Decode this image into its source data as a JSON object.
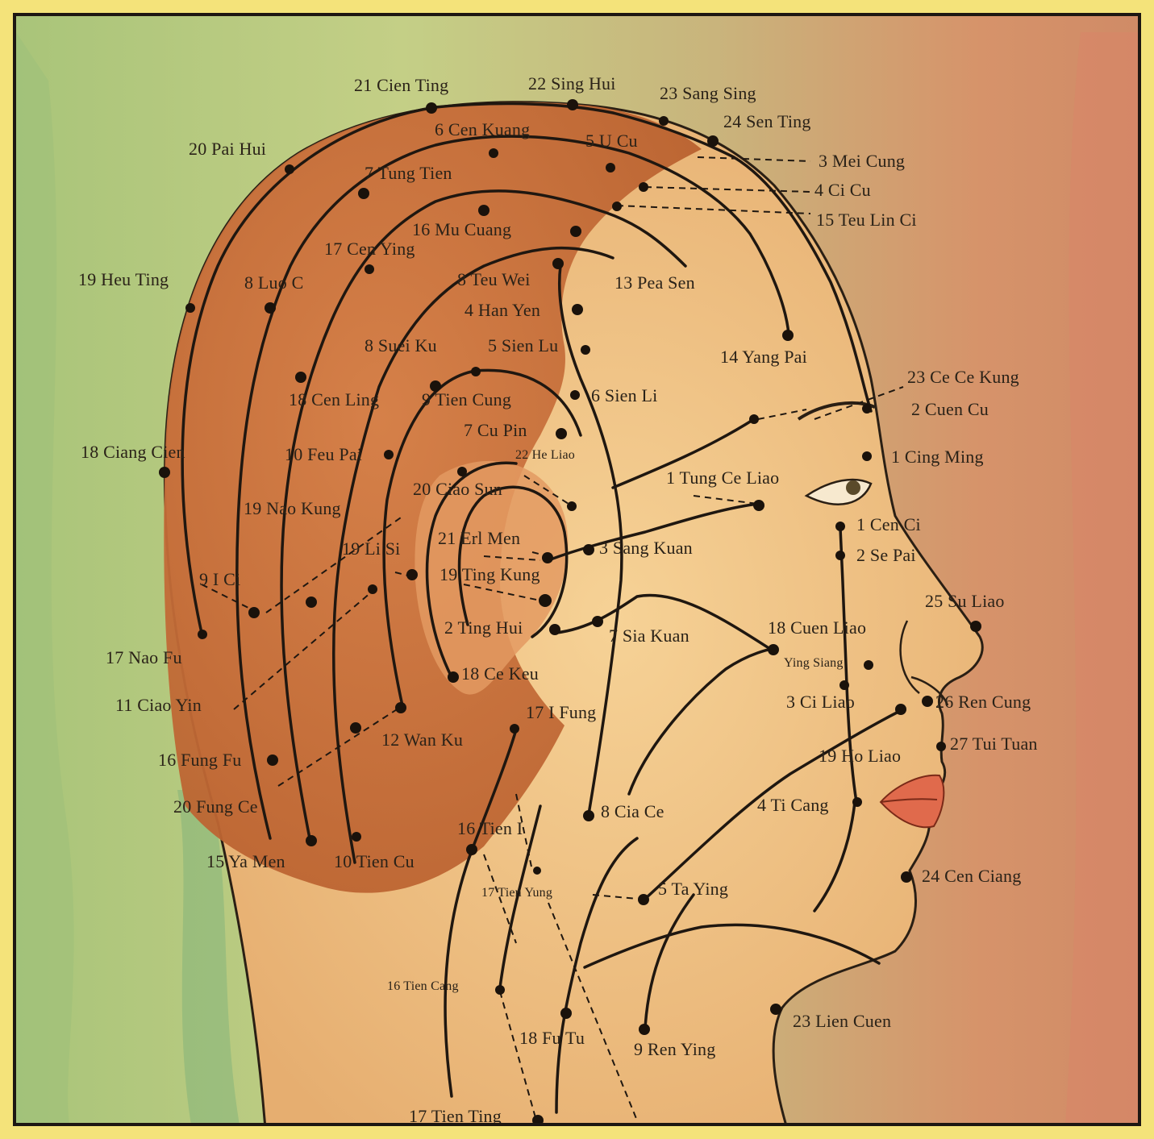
{
  "colors": {
    "page_border": "#f4e37a",
    "frame": "#1d1712",
    "background_green": "#b9c77a",
    "background_orange": "#d89a6a",
    "scalp": "#c9703c",
    "skin": "#efc487",
    "line": "#1f1710",
    "lips": "#e06a4c"
  },
  "points": [
    {
      "id": "cien-ting-21",
      "label": "21 Cien Ting"
    },
    {
      "id": "sing-hui-22",
      "label": "22 Sing Hui"
    },
    {
      "id": "sang-sing-23",
      "label": "23 Sang Sing"
    },
    {
      "id": "sen-ting-24",
      "label": "24 Sen Ting"
    },
    {
      "id": "cen-kuang-6",
      "label": "6 Cen Kuang"
    },
    {
      "id": "u-cu-5",
      "label": "5 U Cu"
    },
    {
      "id": "pai-hui-20",
      "label": "20 Pai Hui"
    },
    {
      "id": "tung-tien-7",
      "label": "7 Tung Tien"
    },
    {
      "id": "mei-cung-3",
      "label": "3 Mei Cung"
    },
    {
      "id": "ci-cu-4",
      "label": "4 Ci Cu"
    },
    {
      "id": "teu-lin-ci-15",
      "label": "15 Teu Lin Ci"
    },
    {
      "id": "mu-cuang-16",
      "label": "16 Mu Cuang"
    },
    {
      "id": "cen-ying-17",
      "label": "17 Cen Ying"
    },
    {
      "id": "pea-sen-13",
      "label": "13 Pea Sen"
    },
    {
      "id": "heu-ting-19",
      "label": "19 Heu Ting"
    },
    {
      "id": "luo-c-8",
      "label": "8 Luo C"
    },
    {
      "id": "teu-wei-8",
      "label": "8 Teu Wei"
    },
    {
      "id": "han-yen-4",
      "label": "4 Han Yen"
    },
    {
      "id": "yang-pai-14",
      "label": "14 Yang Pai"
    },
    {
      "id": "suei-ku-8",
      "label": "8 Suei Ku"
    },
    {
      "id": "sien-lu-5",
      "label": "5 Sien Lu"
    },
    {
      "id": "ce-ce-kung-23",
      "label": "23 Ce Ce Kung"
    },
    {
      "id": "cen-ling-18",
      "label": "18 Cen Ling"
    },
    {
      "id": "tien-cung-9",
      "label": "9 Tien Cung"
    },
    {
      "id": "sien-li-6",
      "label": "6 Sien Li"
    },
    {
      "id": "cuen-cu-2",
      "label": "2 Cuen Cu"
    },
    {
      "id": "cu-pin-7",
      "label": "7 Cu Pin"
    },
    {
      "id": "ciang-cien-18",
      "label": "18 Ciang Cien"
    },
    {
      "id": "feu-pai-10",
      "label": "10 Feu Pai"
    },
    {
      "id": "he-liao-22",
      "label": "22 He Liao"
    },
    {
      "id": "cing-ming-1",
      "label": "1 Cing Ming"
    },
    {
      "id": "tung-ce-liao-1",
      "label": "1 Tung Ce Liao"
    },
    {
      "id": "ciao-sun-20",
      "label": "20 Ciao Sun"
    },
    {
      "id": "nao-kung-19",
      "label": "19 Nao Kung"
    },
    {
      "id": "cen-ci-1",
      "label": "1 Cen Ci"
    },
    {
      "id": "erl-men-21",
      "label": "21 Erl Men"
    },
    {
      "id": "li-si-19",
      "label": "19 Li Si"
    },
    {
      "id": "sang-kuan-3",
      "label": "3 Sang Kuan"
    },
    {
      "id": "se-pai-2",
      "label": "2 Se Pai"
    },
    {
      "id": "i-ci-9",
      "label": "9 I Ci"
    },
    {
      "id": "ting-kung-19",
      "label": "19 Ting Kung"
    },
    {
      "id": "su-liao-25",
      "label": "25 Su Liao"
    },
    {
      "id": "ting-hui-2",
      "label": "2 Ting Hui"
    },
    {
      "id": "cuen-liao-18",
      "label": "18 Cuen Liao"
    },
    {
      "id": "sia-kuan-7",
      "label": "7 Sia Kuan"
    },
    {
      "id": "nao-fu-17",
      "label": "17 Nao Fu"
    },
    {
      "id": "ying-siang",
      "label": "Ying Siang",
      "small": true
    },
    {
      "id": "ce-keu-18",
      "label": "18 Ce Keu"
    },
    {
      "id": "ren-cung-26",
      "label": "26 Ren Cung"
    },
    {
      "id": "ci-liao-3",
      "label": "3 Ci Liao"
    },
    {
      "id": "ciao-yin-11",
      "label": "11 Ciao Yin"
    },
    {
      "id": "i-fung-17",
      "label": "17 I Fung"
    },
    {
      "id": "tui-tuan-27",
      "label": "27 Tui Tuan"
    },
    {
      "id": "wan-ku-12",
      "label": "12 Wan Ku"
    },
    {
      "id": "ho-liao-19",
      "label": "19 Ho Liao"
    },
    {
      "id": "fung-fu-16",
      "label": "16 Fung Fu"
    },
    {
      "id": "ti-cang-4",
      "label": "4 Ti Cang"
    },
    {
      "id": "fung-ce-20",
      "label": "20 Fung Ce"
    },
    {
      "id": "cia-ce-8",
      "label": "8 Cia Ce"
    },
    {
      "id": "tien-i-16",
      "label": "16 Tien I"
    },
    {
      "id": "ya-men-15",
      "label": "15 Ya Men"
    },
    {
      "id": "tien-cu-10",
      "label": "10 Tien Cu"
    },
    {
      "id": "cen-ciang-24",
      "label": "24 Cen Ciang"
    },
    {
      "id": "tien-yung-17",
      "label": "17 Tien Yung",
      "small": true
    },
    {
      "id": "ta-ying-5",
      "label": "5 Ta Ying"
    },
    {
      "id": "tien-cang-16",
      "label": "16 Tien Cang",
      "small": true
    },
    {
      "id": "lien-cuen-23",
      "label": "23 Lien Cuen"
    },
    {
      "id": "fu-tu-18",
      "label": "18 Fu Tu"
    },
    {
      "id": "ren-ying-9",
      "label": "9 Ren Ying"
    },
    {
      "id": "tien-ting-17",
      "label": "17 Tien Ting"
    }
  ]
}
